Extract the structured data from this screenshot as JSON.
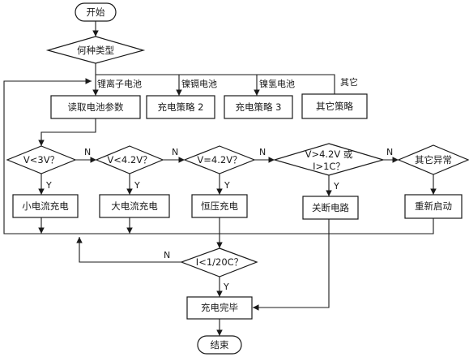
{
  "flowchart": {
    "start": "开始",
    "type_decision": "何种类型",
    "branch_li_ion": "锂离子电池",
    "branch_nicd": "镍镉电池",
    "branch_nimh": "镍氢电池",
    "branch_other": "其它",
    "read_params": "读取电池参数",
    "strategy_2": "充电策略 2",
    "strategy_3": "充电策略 3",
    "strategy_other": "其它策略",
    "d_v_lt_3": "V<3V？",
    "d_v_lt_42": "V<4.2V？",
    "d_v_eq_42": "V=4.2V？",
    "d_fault_line1": "V>4.2V 或",
    "d_fault_line2": "I>1C？",
    "d_other_fault": "其它异常",
    "small_current": "小电流充电",
    "large_current": "大电流充电",
    "constant_voltage": "恒压充电",
    "cut_circuit": "关断电路",
    "restart": "重新启动",
    "d_current_low": "I<1/20C？",
    "complete": "充电完毕",
    "end": "结束",
    "label_n": "N",
    "label_y": "Y"
  }
}
